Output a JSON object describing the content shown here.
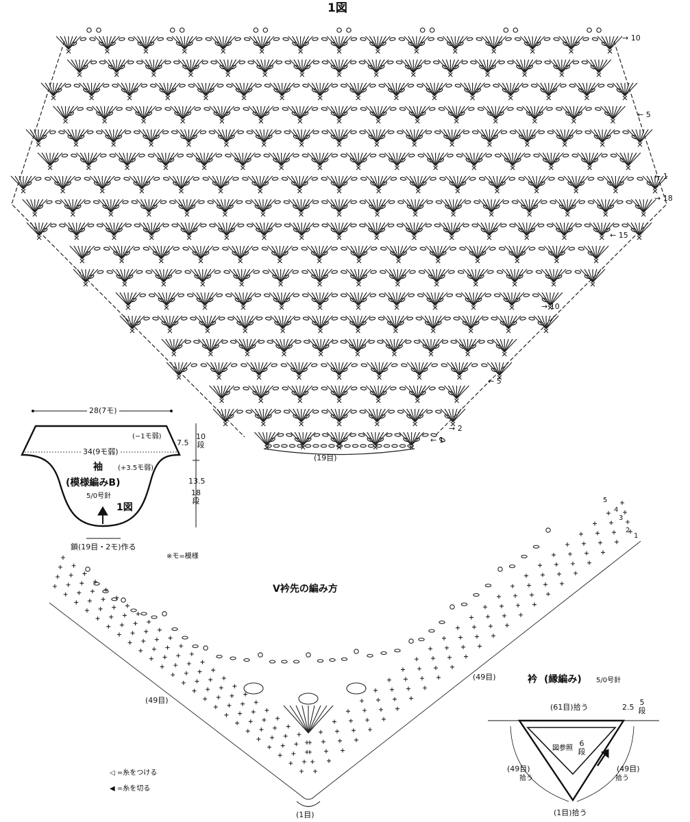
{
  "figure1": {
    "title": "1図",
    "row_markers": [
      {
        "label": "10",
        "arrow": "→"
      },
      {
        "label": "5",
        "arrow": "←"
      },
      {
        "label": "1",
        "arrow": "←"
      },
      {
        "label": "18",
        "arrow": "→"
      },
      {
        "label": "15",
        "arrow": "←"
      },
      {
        "label": "10",
        "arrow": "→"
      },
      {
        "label": "5",
        "arrow": "←"
      },
      {
        "label": "2",
        "arrow": "→"
      },
      {
        "label": "1",
        "arrow": "←"
      }
    ],
    "foundation_label": "(19目)"
  },
  "sleeve": {
    "top_width": "28(7モ)",
    "decrease_note": "(−1モ弱)",
    "mid_width": "34(9モ弱)",
    "increase_note": "(+3.5モ弱)",
    "title": "袖",
    "pattern": "(模様編みB)",
    "needle": "5/0号針",
    "figure_ref": "1図",
    "height_top": "7.5",
    "rows_top": [
      "10",
      "段"
    ],
    "height_bottom": "13.5",
    "rows_bottom": [
      "18",
      "段"
    ],
    "cast_on": "鎖(19目・2モ)作る",
    "footnote": "※モ=模様"
  },
  "vneck": {
    "title": "V衿先の編み方",
    "left_count": "(49目)",
    "right_count": "(49目)",
    "bottom_count": "(1目)",
    "row_labels": [
      "5",
      "4",
      "3",
      "2",
      "1"
    ],
    "legend": [
      {
        "symbol": "◁",
        "text": "=糸をつける"
      },
      {
        "symbol": "◀",
        "text": "=糸を切る"
      }
    ]
  },
  "collar": {
    "title": "衿",
    "subtitle": "(縁編み)",
    "needle": "5/0号針",
    "top_pickup": "(61目)拾う",
    "depth": "2.5",
    "depth_rows": [
      "5",
      "段"
    ],
    "ref": "図参照",
    "ref_rows": [
      "6",
      "段"
    ],
    "left_count": "(49目)",
    "left_pick": "拾う",
    "right_count": "(49目)",
    "right_pick": "拾う",
    "bottom_pickup": "(1目)拾う"
  }
}
